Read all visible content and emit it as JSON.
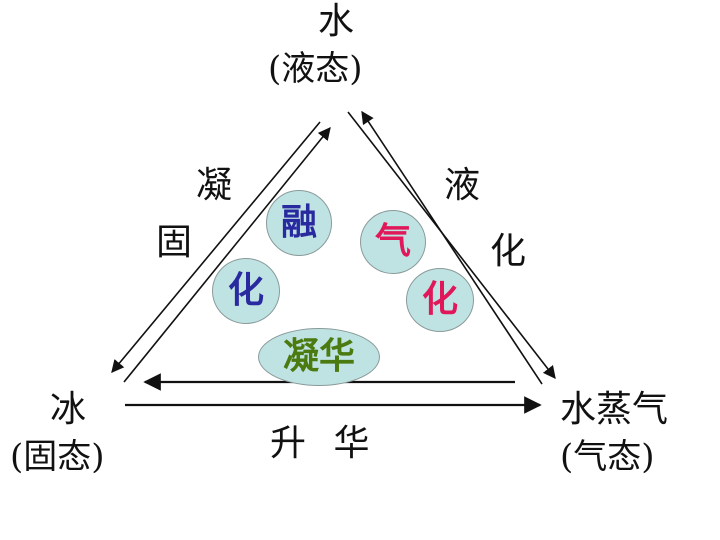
{
  "nodes": {
    "water": {
      "name": "水",
      "state": "(液态)"
    },
    "ice": {
      "name": "冰",
      "state": "(固态)"
    },
    "vapor": {
      "name": "水蒸气",
      "state": "(气态)"
    }
  },
  "processes": {
    "freezing": {
      "char1": "凝",
      "char2": "固"
    },
    "vaporization": {
      "char1": "液",
      "char2": "化"
    },
    "sublimation": "升 华"
  },
  "bubbles": {
    "melting": {
      "char1": "融",
      "char2": "化",
      "color": "#2a2aa0"
    },
    "vaporization": {
      "char1": "气",
      "char2": "化",
      "color": "#e0185a"
    },
    "deposition": {
      "text": "凝华",
      "color": "#4a7a10"
    }
  },
  "colors": {
    "line": "#111111",
    "bubble_fill": "#bfe3e3"
  }
}
